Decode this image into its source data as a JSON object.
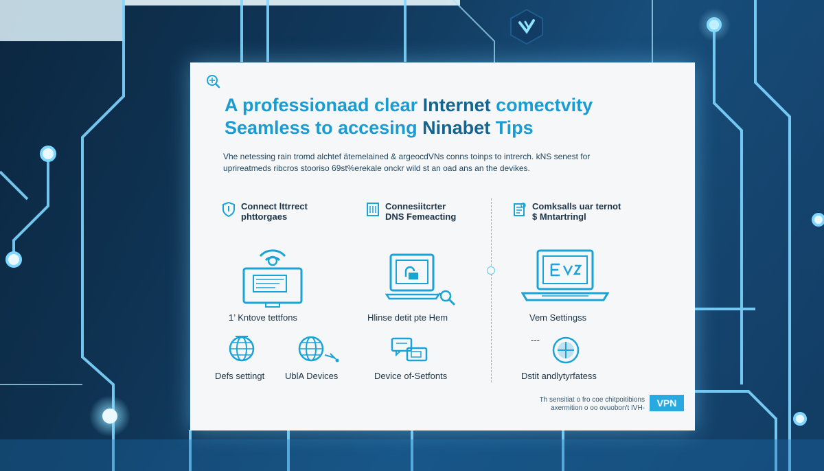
{
  "card": {
    "title_line1_a": "A professionaad clear ",
    "title_line1_b": "Internet",
    "title_line1_c": " comectvity",
    "title_line2_a": "Seamless to accesing ",
    "title_line2_b": "Ninabet",
    "title_line2_c": " Tips",
    "subtitle_line1": "Vhe netessing rain tromd alchtef ätemelained & argeocdVNs conns toinps to intrerch. kNS senest for",
    "subtitle_line2": "uprireatmeds ribcros stooriso 69st%erekale onckr wild st an oad ans an the devikes."
  },
  "columns": [
    {
      "heading_line1": "Connect lttrrect",
      "heading_line2": "phttorgaes",
      "icon": "shield-icon"
    },
    {
      "heading_line1": "Connesiitcrter",
      "heading_line2": "DNS Femeacting",
      "icon": "server-icon"
    },
    {
      "heading_line1": "Comksalls uar ternot",
      "heading_line2": "$ Mntartringl",
      "icon": "document-icon"
    }
  ],
  "captions": {
    "top_left": "1’ Kntove tettfons",
    "top_mid": "Hlinse detit pte Hem",
    "top_right": "Vem Settingss",
    "bottom_1": "Defs settingt",
    "bottom_2": "UblA Devices",
    "bottom_3": "Device of-Setfonts",
    "bottom_4": "Dstit andlytyrfatess"
  },
  "dash_mark": "---",
  "footnote_line1": "Th sensitiat o fro coe chitpoitibions",
  "footnote_line2": "axermition o oo ovuobon't IVH-",
  "vpn_badge": "VPN",
  "colors": {
    "accent": "#1a9bd1",
    "accent_dark": "#14648f",
    "icon_stroke": "#1aa3d6",
    "background_dark": "#0c2a45",
    "glow": "#7fd6ff"
  }
}
